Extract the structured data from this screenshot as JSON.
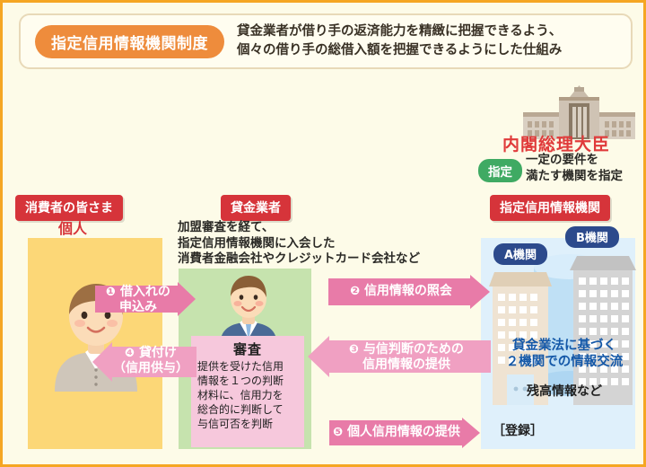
{
  "header": {
    "pill_label": "指定信用情報機関制度",
    "description_line1": "貸金業者が借り手の返済能力を精緻に把握できるよう、",
    "description_line2": "個々の借り手の総借入額を把握できるようにした仕組み"
  },
  "government": {
    "building_icon": "diet-building-icon",
    "minister_title": "内閣総理大臣",
    "designate_pill": "指定",
    "designate_desc_line1": "一定の要件を",
    "designate_desc_line2": "満たす機関を指定"
  },
  "columns": {
    "consumer": {
      "header_label": "消費者の皆さま",
      "sub_label": "個人",
      "figure_icon": "person-consumer-icon"
    },
    "lender": {
      "header_label": "貸金業者",
      "desc_line1": "加盟審査を経て、",
      "desc_line2": "指定信用情報機関に入会した",
      "desc_line3": "消費者金融会社やクレジットカード会社など",
      "figure_icon": "person-businessman-icon",
      "review_box": {
        "title": "審査",
        "line1": "提供を受けた信用",
        "line2": "情報を１つの判断",
        "line3": "材料に、信用力を",
        "line4": "総合的に判断して",
        "line5": "与信可否を判断"
      }
    },
    "agency": {
      "header_label": "指定信用情報機関",
      "badge_a": "A機関",
      "badge_b": "B機関",
      "building_a_icon": "office-building-beige-icon",
      "building_b_icon": "office-building-gray-icon",
      "database_icon": "database-cylinder-icon",
      "note_blue_line1": "貸金業法に基づく",
      "note_blue_line2": "２機関での情報交流",
      "note_black": "残高情報など",
      "register_label": "［登録］"
    }
  },
  "flows": [
    {
      "num": "❶",
      "label_line1": "借入れの",
      "label_line2": "申込み",
      "direction": "right"
    },
    {
      "num": "❷",
      "label_line1": "信用情報の照会",
      "label_line2": "",
      "direction": "right"
    },
    {
      "num": "❸",
      "label_line1": "与信判断のための",
      "label_line2": "信用情報の提供",
      "direction": "left"
    },
    {
      "num": "❹",
      "label_line1": "貸付け",
      "label_line2": "（信用供与）",
      "direction": "left"
    },
    {
      "num": "❺",
      "label_line1": "個人信用情報の提供",
      "label_line2": "",
      "direction": "right"
    }
  ],
  "colors": {
    "frame_border": "#f5a623",
    "page_bg": "#fdfbe8",
    "orange_pill": "#ee8c3c",
    "red_label": "#d6343a",
    "green_badge": "#3faa63",
    "pink_arrow": "#e87ba8",
    "yellow_panel": "#fcd777",
    "green_panel": "#c6e3ae",
    "blue_panel": "#dff0fb",
    "navy_badge": "#2c4a8c",
    "shinsa_pink": "#f6c8dc",
    "agency_blue_text": "#1458a8"
  }
}
